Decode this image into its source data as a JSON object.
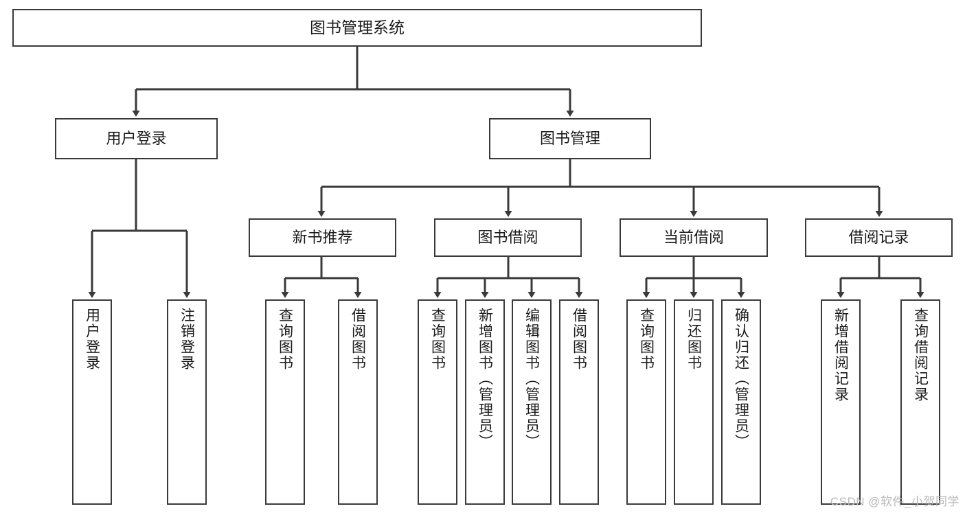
{
  "diagram": {
    "type": "tree-hierarchy-chart",
    "title": "图书管理系统",
    "stroke_color": "#3a3a3a",
    "background_color": "#ffffff",
    "text_color": "#1a1a1a",
    "levels": {
      "root": {
        "label": "图书管理系统"
      },
      "level2": [
        {
          "id": "user-login",
          "label": "用户登录"
        },
        {
          "id": "book-management",
          "label": "图书管理"
        }
      ],
      "level3": [
        {
          "id": "new-book-recommend",
          "label": "新书推荐"
        },
        {
          "id": "book-borrow",
          "label": "图书借阅"
        },
        {
          "id": "current-borrow",
          "label": "当前借阅"
        },
        {
          "id": "borrow-record",
          "label": "借阅记录"
        }
      ],
      "leaves": [
        {
          "id": "leaf-user-login",
          "label": "用户登录",
          "parent": "user-login"
        },
        {
          "id": "leaf-logout-login",
          "label": "注销登录",
          "parent": "user-login"
        },
        {
          "id": "leaf-query-book-1",
          "label": "查询图书",
          "parent": "new-book-recommend"
        },
        {
          "id": "leaf-borrow-book-1",
          "label": "借阅图书",
          "parent": "new-book-recommend"
        },
        {
          "id": "leaf-query-book-2",
          "label": "查询图书",
          "parent": "book-borrow"
        },
        {
          "id": "leaf-add-book-admin",
          "label": "新增图书（管理员）",
          "parent": "book-borrow"
        },
        {
          "id": "leaf-edit-book-admin",
          "label": "编辑图书（管理员）",
          "parent": "book-borrow"
        },
        {
          "id": "leaf-borrow-book-2",
          "label": "借阅图书",
          "parent": "book-borrow"
        },
        {
          "id": "leaf-query-book-3",
          "label": "查询图书",
          "parent": "current-borrow"
        },
        {
          "id": "leaf-return-book",
          "label": "归还图书",
          "parent": "current-borrow"
        },
        {
          "id": "leaf-confirm-return-admin",
          "label": "确认归还（管理员）",
          "parent": "current-borrow"
        },
        {
          "id": "leaf-add-borrow-record",
          "label": "新增借阅记录",
          "parent": "borrow-record"
        },
        {
          "id": "leaf-query-borrow-record",
          "label": "查询借阅记录",
          "parent": "borrow-record"
        }
      ]
    }
  },
  "watermark": {
    "text": "CSDN @软件_小贺同学"
  }
}
